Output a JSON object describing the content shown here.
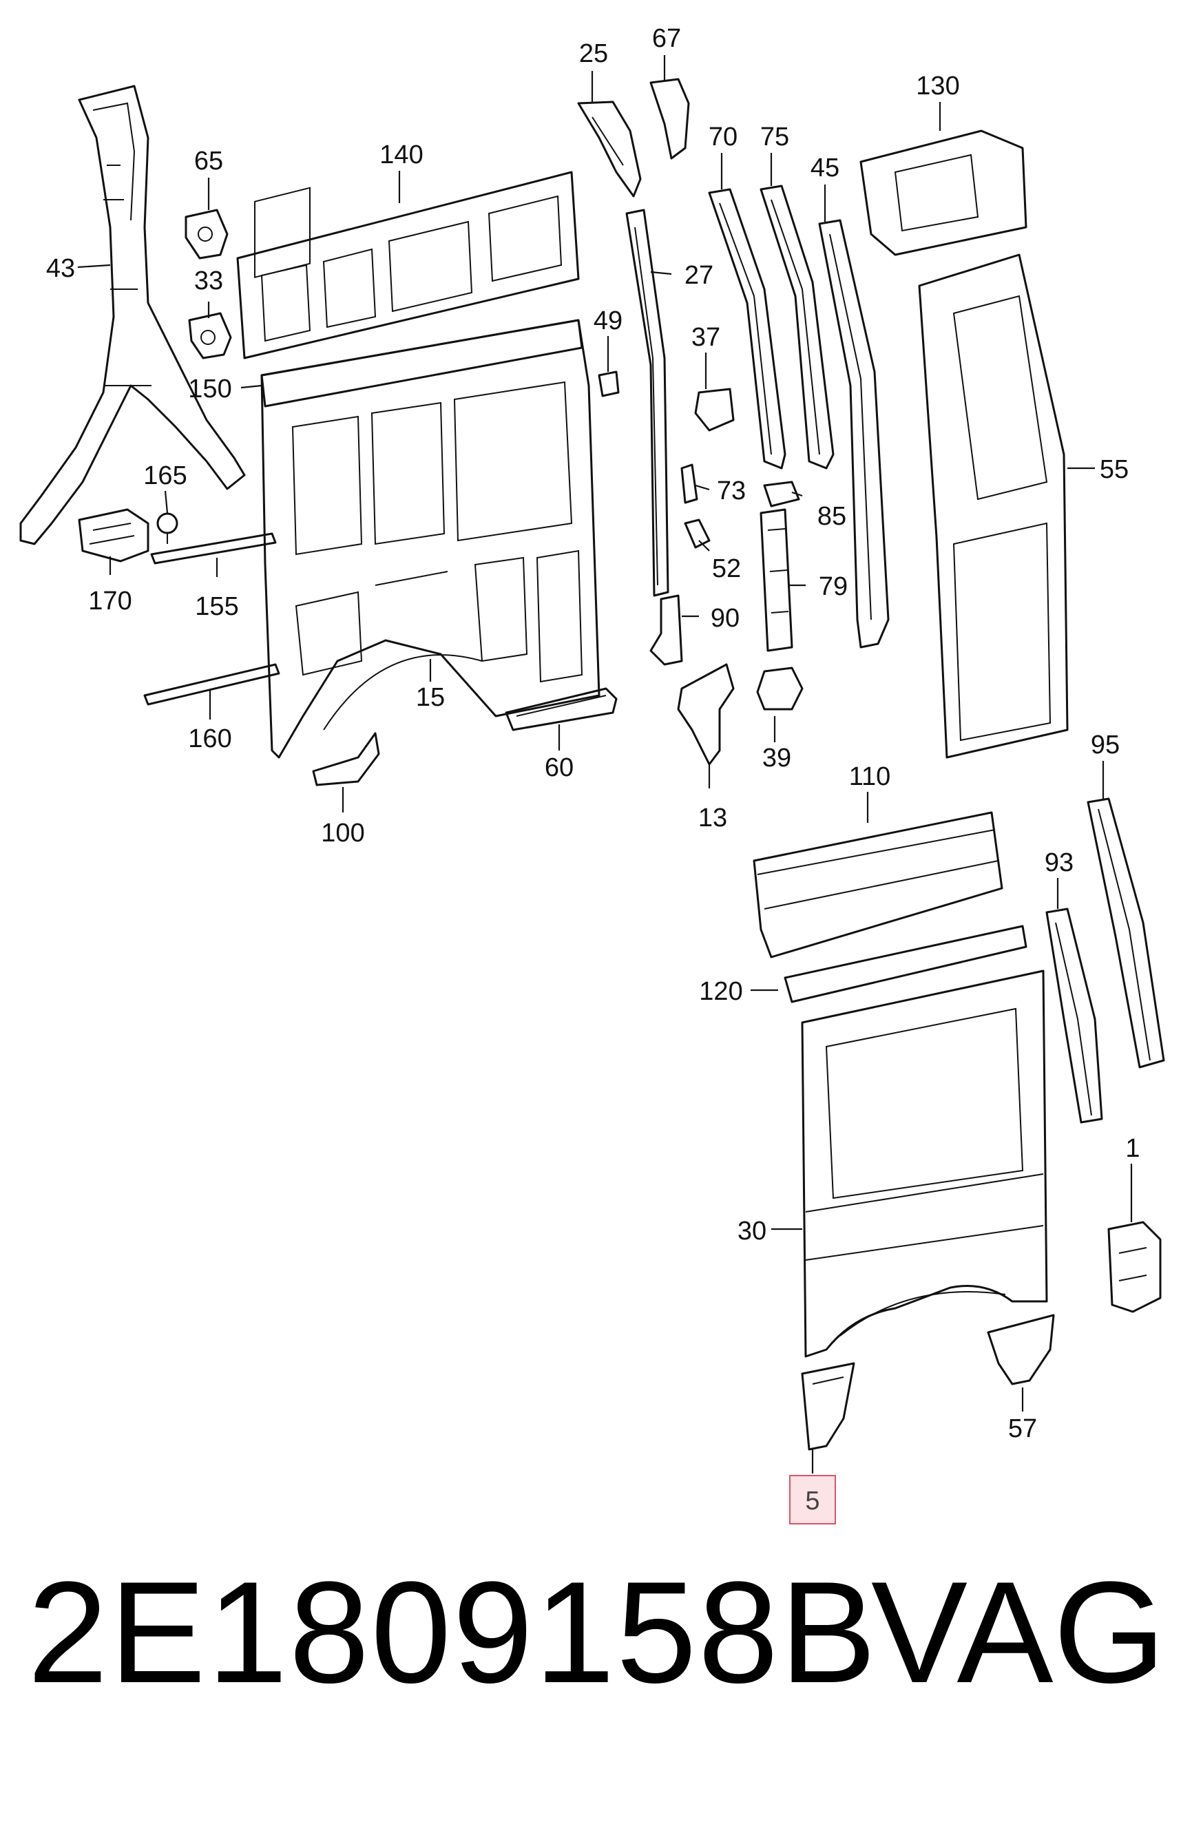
{
  "diagram": {
    "callouts": [
      "25",
      "67",
      "130",
      "65",
      "140",
      "70",
      "75",
      "45",
      "43",
      "33",
      "27",
      "49",
      "37",
      "150",
      "55",
      "165",
      "73",
      "85",
      "52",
      "170",
      "155",
      "79",
      "90",
      "160",
      "15",
      "60",
      "39",
      "13",
      "100",
      "110",
      "95",
      "93",
      "120",
      "30",
      "1",
      "57",
      "5"
    ],
    "highlighted_callout": "5",
    "highlight_color": "#fbe3e6"
  },
  "caption": {
    "part_number": "2E1809158B",
    "brand": "VAG"
  }
}
